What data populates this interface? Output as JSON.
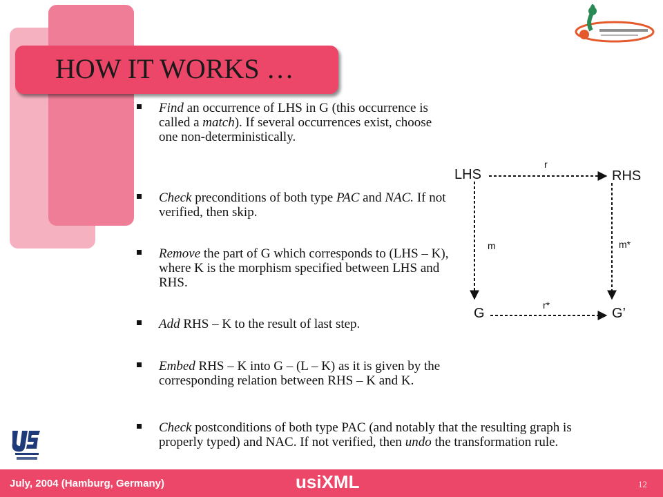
{
  "slide": {
    "title": "HOW IT WORKS …",
    "page_number": "12"
  },
  "bullets": [
    {
      "em": "Find",
      "rest": " an occurrence of LHS in G (this occurrence is called a ",
      "em2": "match",
      "rest2": "). If several occurrences exist, choose one non-deterministically."
    },
    {
      "em": "Check",
      "rest": " preconditions of both type ",
      "em2": "PAC",
      "rest2": " and ",
      "em3": "NAC.",
      "rest3": " If not verified, then skip."
    },
    {
      "em": "Remove",
      "rest": " the part of G which corresponds to (LHS – K), where K is the morphism specified between LHS and RHS."
    },
    {
      "em": "Add",
      "rest": " RHS – K to the result of last step."
    },
    {
      "em": "Embed",
      "rest": " RHS – K into G – (L – K) as it is given by the corresponding relation between RHS – K and K."
    },
    {
      "em": "Check",
      "rest": " postconditions of both type PAC (and notably that the resulting graph is properly typed) and NAC. If not verified, then ",
      "em2": "undo",
      "rest2": " the transformation rule."
    }
  ],
  "diagram": {
    "lhs": "LHS",
    "rhs": "RHS",
    "g": "G",
    "g_prime": "G’",
    "r": "r",
    "r_star": "r*",
    "m": "m",
    "m_star": "m*"
  },
  "footer": {
    "date": "July, 2004 (Hamburg, Germany)",
    "brand": "usiXML"
  },
  "logos": {
    "top_right": "cameleon-project-logo",
    "bottom_left": "usixml-logo"
  },
  "colors": {
    "accent": "#ec4668",
    "accent_light": "#f07d97",
    "accent_pale": "#f6b1c1"
  }
}
